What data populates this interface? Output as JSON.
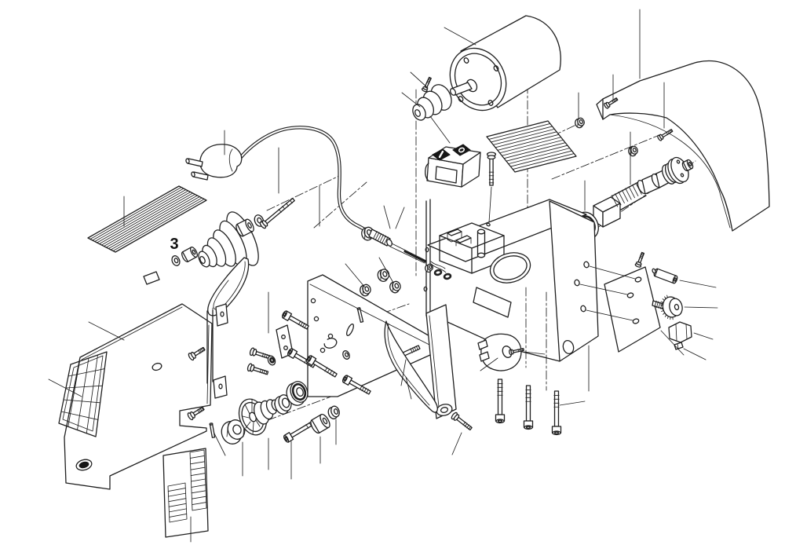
{
  "figure": {
    "kind": "exploded-parts-diagram",
    "visible_text": [
      "3"
    ],
    "callout": {
      "label": "3"
    },
    "colors": {
      "background": "#ffffff",
      "ink": "#1f1f1f"
    },
    "switch": {
      "on_symbol": "I",
      "off_symbol": "O"
    },
    "parts": [
      {
        "id": 1,
        "name": "power-plug"
      },
      {
        "id": 2,
        "name": "power-cord"
      },
      {
        "id": 3,
        "name": "washer-callout-3"
      },
      {
        "id": 4,
        "name": "stepped-drive-pulley"
      },
      {
        "id": 5,
        "name": "v-belt-upper"
      },
      {
        "id": 6,
        "name": "ribbed-cover-plate-left"
      },
      {
        "id": 7,
        "name": "motor"
      },
      {
        "id": 8,
        "name": "motor-pulley"
      },
      {
        "id": 9,
        "name": "pulley-set-screw"
      },
      {
        "id": 10,
        "name": "on-off-switch"
      },
      {
        "id": 11,
        "name": "switch-mount-plate"
      },
      {
        "id": 12,
        "name": "ribbed-cover-plate-right"
      },
      {
        "id": 13,
        "name": "belt-guard"
      },
      {
        "id": 14,
        "name": "guard-screws"
      },
      {
        "id": 15,
        "name": "hex-nuts"
      },
      {
        "id": 16,
        "name": "spindle-shaft"
      },
      {
        "id": 17,
        "name": "spindle-bearing"
      },
      {
        "id": 18,
        "name": "base-frame"
      },
      {
        "id": 19,
        "name": "terminal-box"
      },
      {
        "id": 20,
        "name": "cable-gland"
      },
      {
        "id": 21,
        "name": "blade-opening"
      },
      {
        "id": 22,
        "name": "side-panel-plate"
      },
      {
        "id": 23,
        "name": "fastener-cluster"
      },
      {
        "id": 24,
        "name": "clamp-bracket"
      },
      {
        "id": 25,
        "name": "guard-plate-clear"
      },
      {
        "id": 26,
        "name": "locating-pin"
      },
      {
        "id": 27,
        "name": "clamp-knob"
      },
      {
        "id": 28,
        "name": "cap-nut"
      },
      {
        "id": 29,
        "name": "set-screw"
      },
      {
        "id": 30,
        "name": "cam-lock"
      },
      {
        "id": 31,
        "name": "socket-head-bolts"
      },
      {
        "id": 32,
        "name": "motor-mount-bracket"
      },
      {
        "id": 33,
        "name": "v-belt-long"
      },
      {
        "id": 34,
        "name": "side-cover"
      },
      {
        "id": 35,
        "name": "cover-grille"
      },
      {
        "id": 36,
        "name": "hinge-strip"
      },
      {
        "id": 37,
        "name": "specification-label"
      },
      {
        "id": 38,
        "name": "spindle-nut"
      },
      {
        "id": 39,
        "name": "spoked-pulley"
      },
      {
        "id": 40,
        "name": "pulley-ring"
      },
      {
        "id": 41,
        "name": "ball-bearing"
      },
      {
        "id": 42,
        "name": "shoulder-bolt"
      },
      {
        "id": 43,
        "name": "spacer-sleeve"
      },
      {
        "id": 44,
        "name": "bushing"
      }
    ]
  }
}
